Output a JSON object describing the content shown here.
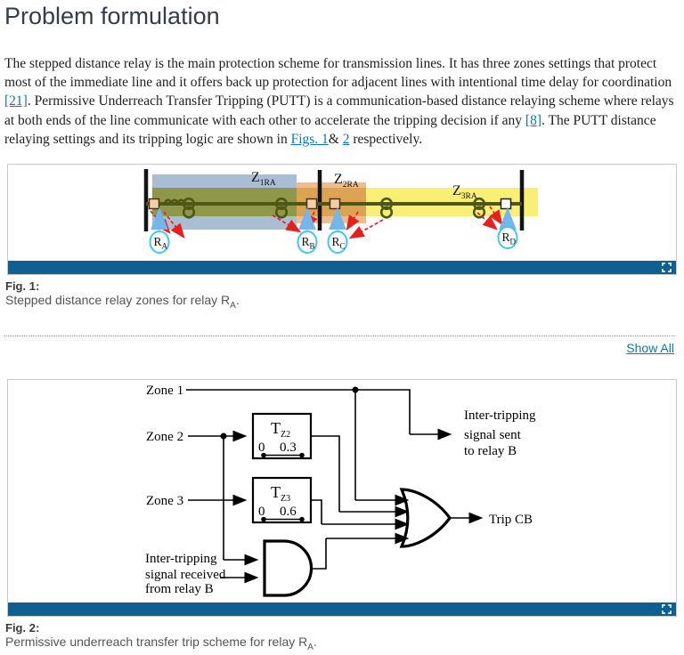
{
  "page": {
    "title": "Problem formulation"
  },
  "paragraph": {
    "t1": "The stepped distance relay is the main protection scheme for transmission lines. It has three zones settings that protect most of the immediate line and it offers back up protection for adjacent lines with intentional time delay for coordination ",
    "ref1": "[21]",
    "t2": ". Permissive Underreach Transfer Tripping (PUTT) is a communication-based distance relaying scheme where relays at both ends of the line communicate with each other to accelerate the tripping decision if any ",
    "ref2": "[8]",
    "t3": ". The PUTT distance relaying settings and its tripping logic are shown in ",
    "fig_link1": "Figs. 1",
    "t4": "& ",
    "fig_link2": "2",
    "t5": " respectively."
  },
  "show_all": "Show All",
  "figure1": {
    "label": "Fig. 1:",
    "caption": "Stepped distance relay zones for relay R",
    "caption_sub": "A",
    "caption_period": ".",
    "zones": [
      {
        "base": "Z",
        "sub": "1RA"
      },
      {
        "base": "Z",
        "sub": "2RA"
      },
      {
        "base": "Z",
        "sub": "3RA"
      }
    ],
    "relays": [
      {
        "base": "R",
        "sub": "A"
      },
      {
        "base": "R",
        "sub": "B"
      },
      {
        "base": "R",
        "sub": "C"
      },
      {
        "base": "R",
        "sub": "D"
      }
    ]
  },
  "figure2": {
    "label": "Fig. 2:",
    "caption": "Permissive underreach transfer trip scheme for relay R",
    "caption_sub": "A",
    "caption_period": ".",
    "inputs": [
      "Zone 1",
      "Zone 2",
      "Zone 3"
    ],
    "timer1": {
      "name": "T",
      "sub": "Z2",
      "t0": "0",
      "t1": "0.3"
    },
    "timer2": {
      "name": "T",
      "sub": "Z3",
      "t0": "0",
      "t1": "0.6"
    },
    "sent_line1": "Inter-tripping",
    "sent_line2": "signal sent",
    "sent_line3": "to relay B",
    "recv_line1": "Inter-tripping",
    "recv_line2": "signal received",
    "recv_line3": "from relay B",
    "output_label": "Trip CB"
  },
  "colors": {
    "figure_bar": "#0d608f",
    "link": "#0b7aa5",
    "zone1_fill": "#a9bdd3",
    "zone1_yellow_overlap": "#8f974b",
    "zone2_fill": "#eebd8d",
    "zone2_yellow_overlap": "#dda355",
    "zone3_fill": "#f7ef76",
    "transmission_line": "#4f5712",
    "relay_circle_stroke": "#41c5f2",
    "arrow_blue": "#72b6ec",
    "arrow_red": "#e8201b"
  }
}
